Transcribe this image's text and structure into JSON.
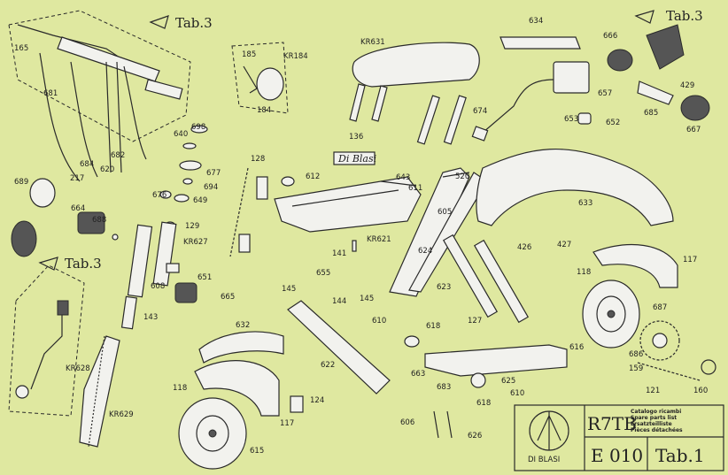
{
  "tab_refs": [
    "Tab.3",
    "Tab.3",
    "Tab.3"
  ],
  "brand_plate": "Di Blasi",
  "title_block": {
    "logo_text": "DI BLASI",
    "model": "R7TB",
    "catalog_lines": [
      "Catalogo ricambi",
      "Spare parts list",
      "Ersatzteilliste",
      "Pièces détachées"
    ],
    "code": "E 010",
    "table": "Tab.1"
  },
  "part_numbers": [
    "165",
    "681",
    "684",
    "217",
    "620",
    "682",
    "689",
    "664",
    "688",
    "698",
    "640",
    "677",
    "694",
    "649",
    "676",
    "129",
    "185",
    "KR184",
    "184",
    "128",
    "612",
    "643",
    "611",
    "136",
    "KR621",
    "141",
    "KR627",
    "651",
    "608",
    "665",
    "143",
    "655",
    "145",
    "144",
    "145",
    "632",
    "622",
    "610",
    "618",
    "663",
    "683",
    "606",
    "626",
    "618",
    "610",
    "625",
    "KR631",
    "674",
    "634",
    "657",
    "666",
    "429",
    "653",
    "652",
    "685",
    "667",
    "520",
    "605",
    "624",
    "623",
    "633",
    "426",
    "427",
    "127",
    "118",
    "117",
    "687",
    "616",
    "686",
    "159",
    "121",
    "160",
    "118",
    "117",
    "124",
    "615",
    "KR628",
    "KR629"
  ]
}
